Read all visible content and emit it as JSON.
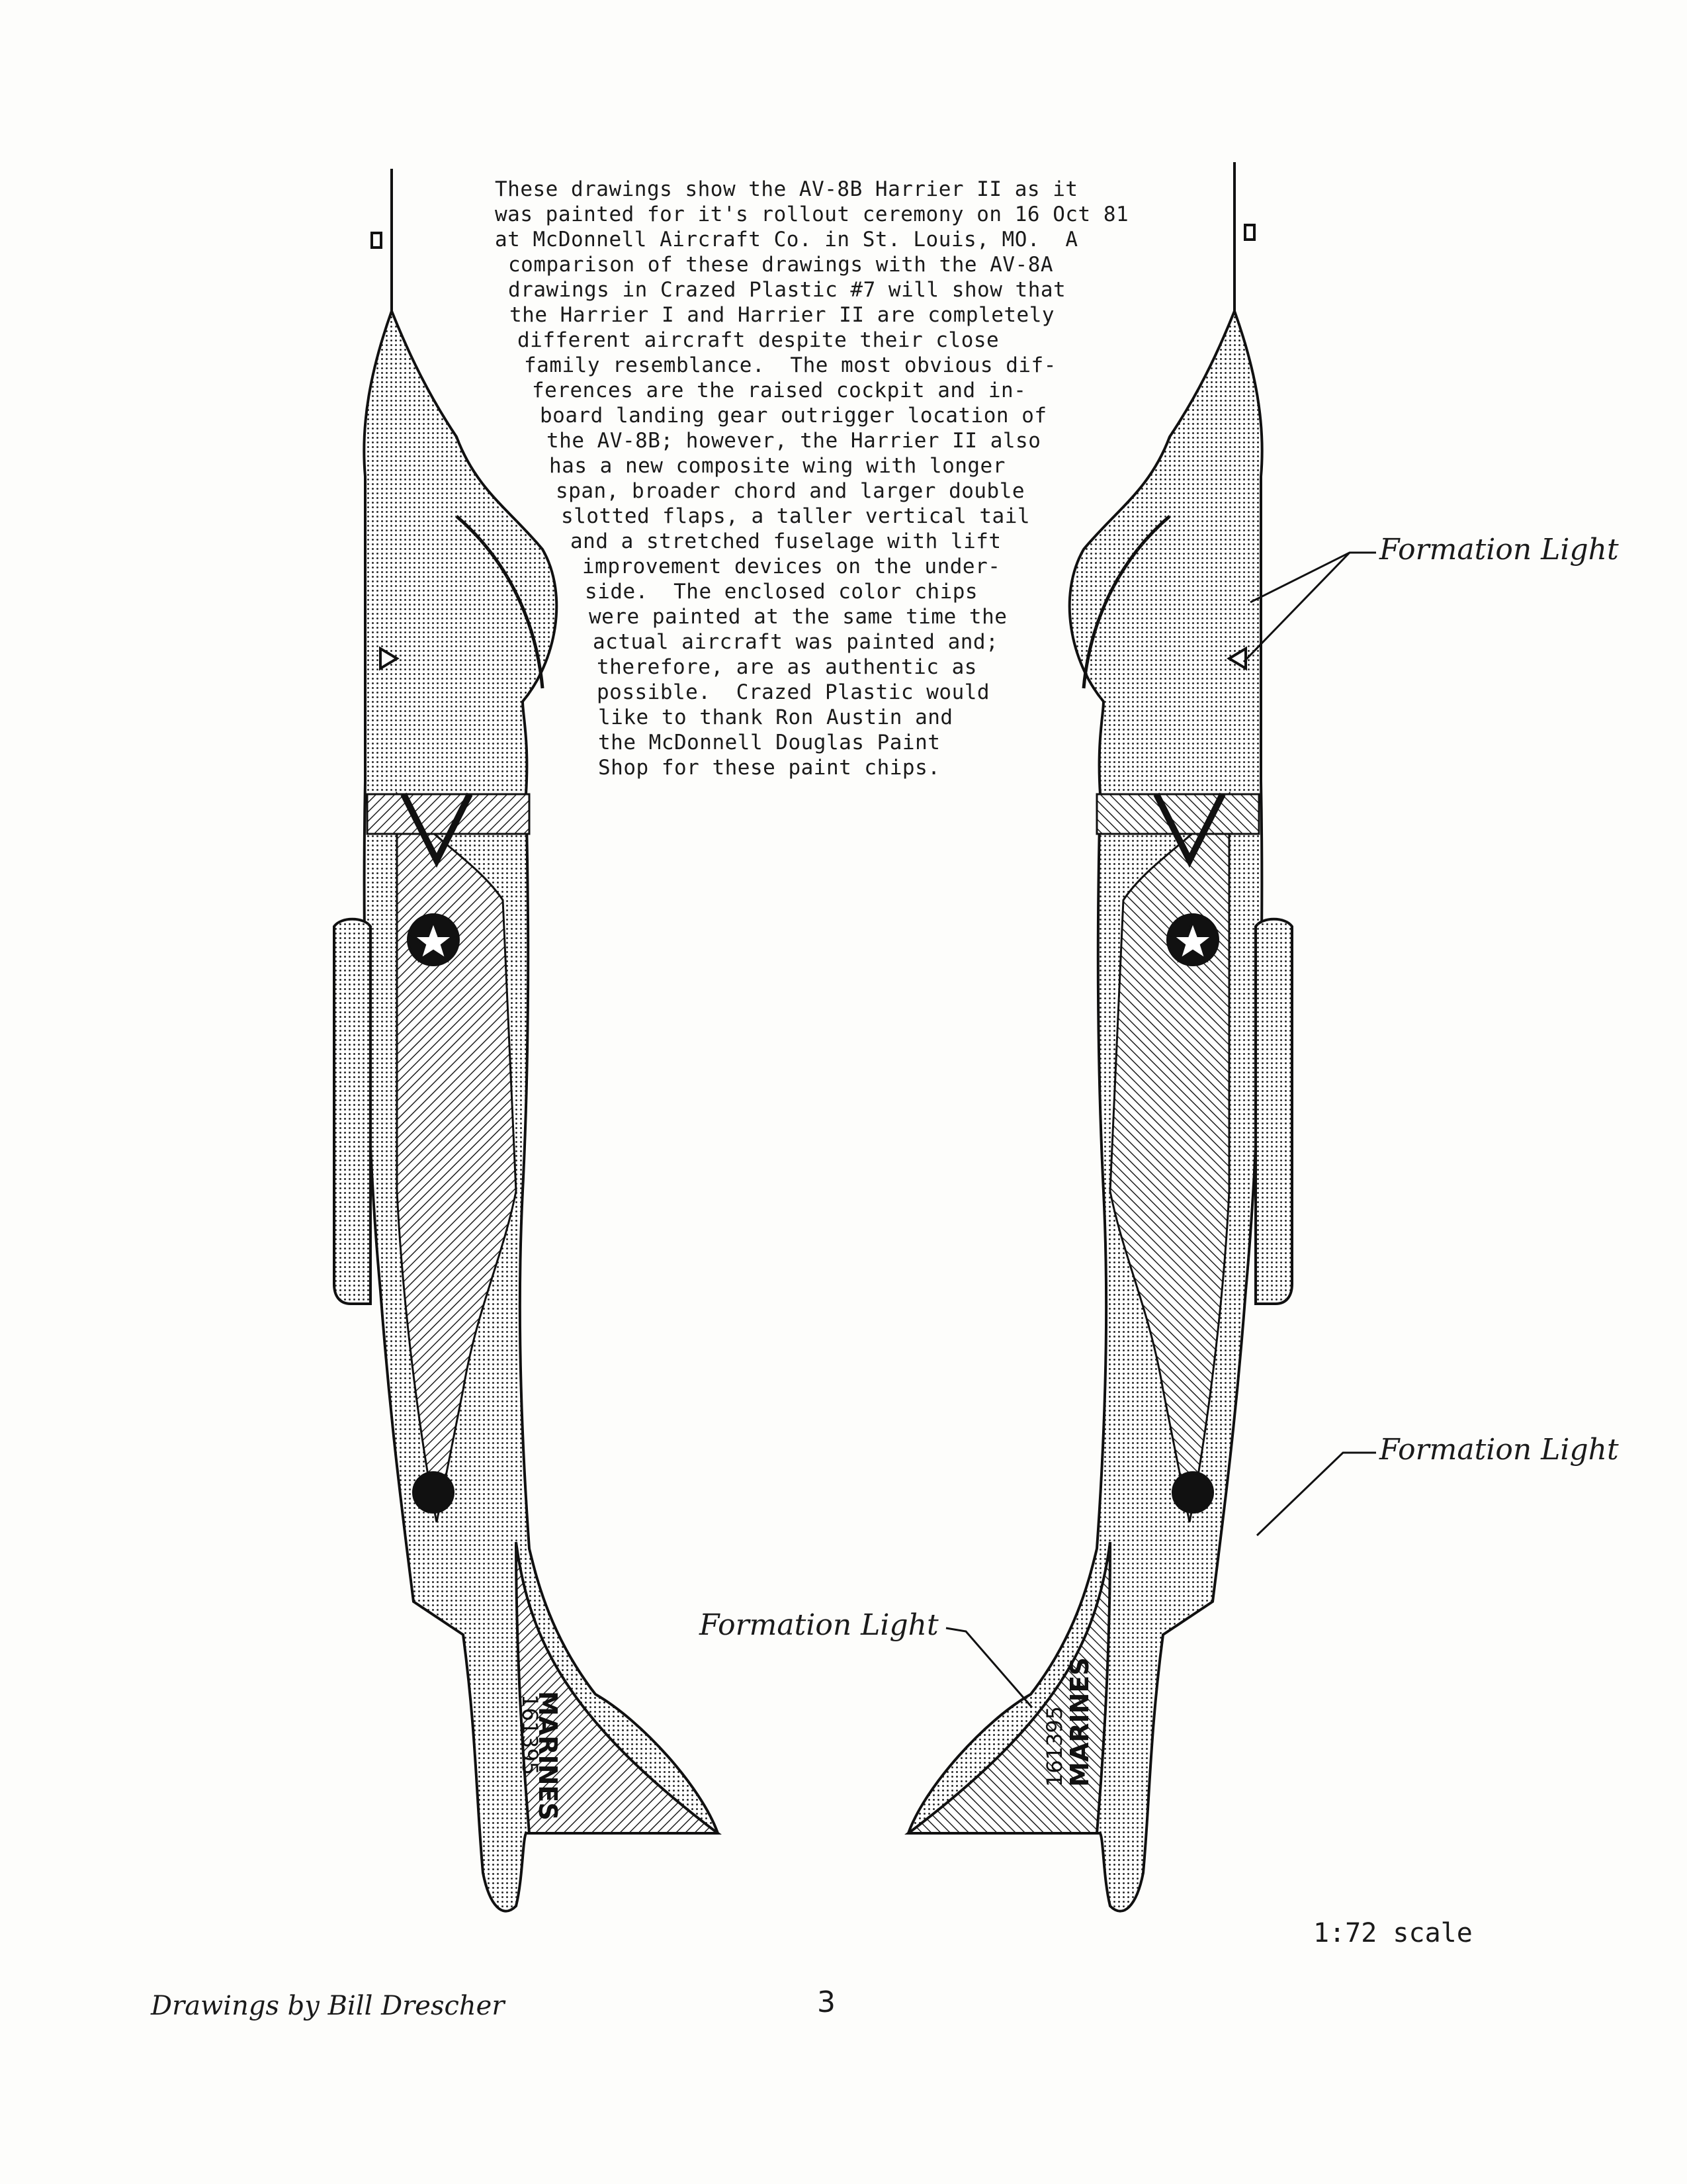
{
  "intro_lines": [
    "These drawings show the AV-8B Harrier II as it",
    "was painted for it's rollout ceremony on 16 Oct 81",
    "at McDonnell Aircraft Co. in St. Louis, MO.  A",
    "comparison of these drawings with the AV-8A",
    "drawings in Crazed Plastic #7 will show that",
    "the Harrier I and Harrier II are completely",
    "different aircraft despite their close",
    "family resemblance.  The most obvious dif-",
    "ferences are the raised cockpit and in-",
    "board landing gear outrigger location of",
    "the AV-8B; however, the Harrier II also",
    "has a new composite wing with longer",
    "span, broader chord and larger double",
    "slotted flaps, a taller vertical tail",
    "and a stretched fuselage with lift",
    "improvement devices on the under-",
    "side.  The enclosed color chips",
    "were painted at the same time the",
    "actual aircraft was painted and;",
    "therefore, are as authentic as",
    "possible.  Crazed Plastic would",
    "like to thank Ron Austin and",
    "the McDonnell Douglas Paint",
    "Shop for these paint chips."
  ],
  "callouts": {
    "formation_light_top": "Formation Light",
    "formation_light_mid": "Formation Light",
    "formation_light_tail": "Formation Light"
  },
  "tail_markings": {
    "serial": "161395",
    "service": "MARINES"
  },
  "scale_label": "1:72 scale",
  "credit": "Drawings by Bill Drescher",
  "page_number": "3"
}
